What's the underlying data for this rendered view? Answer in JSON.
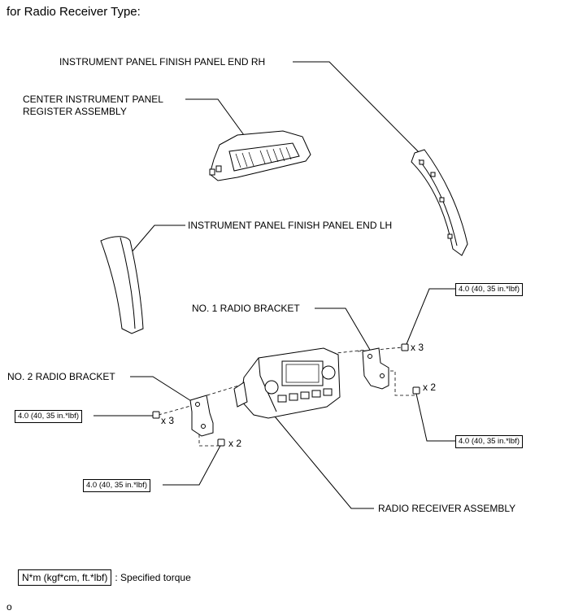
{
  "heading": "for Radio Receiver Type:",
  "labels": {
    "finish_panel_rh": "INSTRUMENT PANEL FINISH PANEL END RH",
    "register_assembly": "CENTER INSTRUMENT PANEL\nREGISTER ASSEMBLY",
    "finish_panel_lh": "INSTRUMENT PANEL FINISH PANEL END LH",
    "radio_bracket_1": "NO. 1 RADIO BRACKET",
    "radio_bracket_2": "NO. 2 RADIO BRACKET",
    "radio_receiver": "RADIO RECEIVER ASSEMBLY"
  },
  "torques": {
    "t1": "4.0 (40, 35 in.*lbf)",
    "t2": "4.0 (40, 35 in.*lbf)",
    "t3": "4.0 (40, 35 in.*lbf)",
    "t4": "4.0 (40, 35 in.*lbf)"
  },
  "quantities": {
    "q_right_top": "x 3",
    "q_right_bottom": "x 2",
    "q_left_top": "x 3",
    "q_left_bottom": "x 2"
  },
  "legend": {
    "box": "N*m (kgf*cm, ft.*lbf)",
    "text": ": Specified torque"
  },
  "footer": "o"
}
